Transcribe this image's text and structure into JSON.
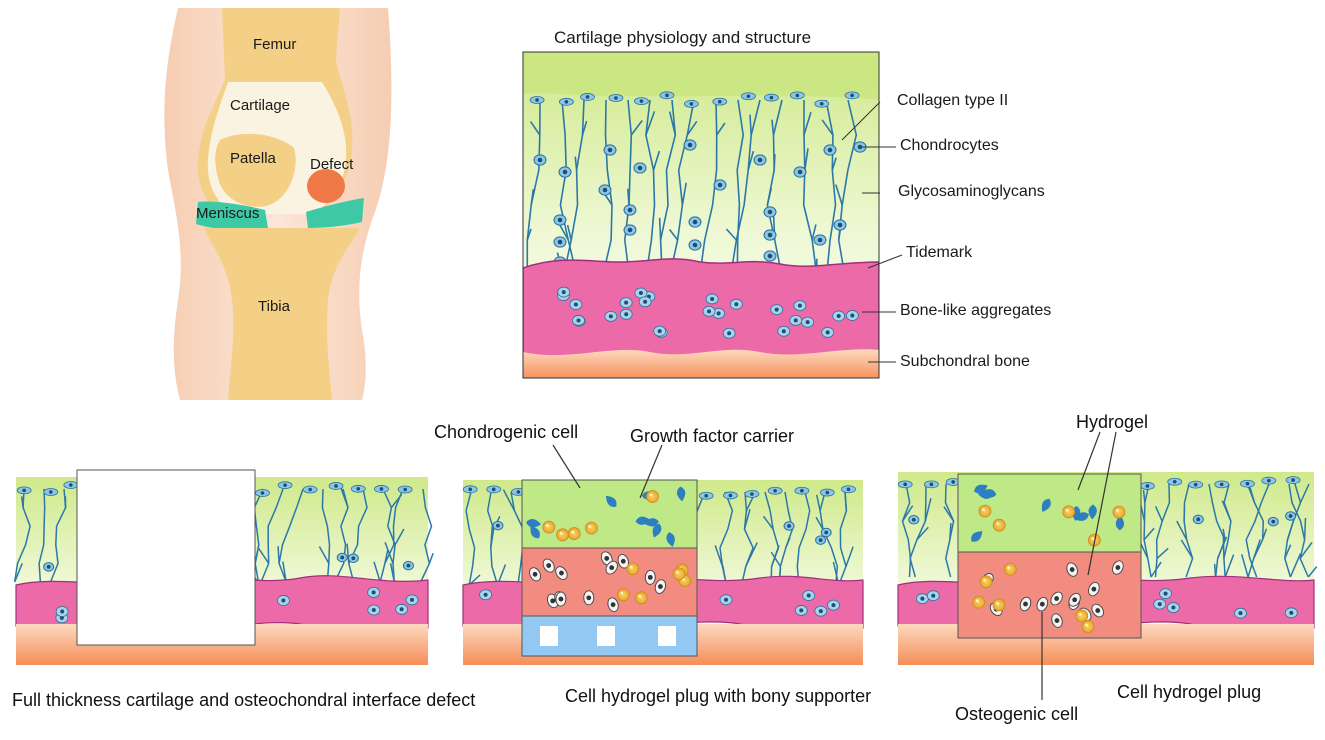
{
  "knee": {
    "femur": "Femur",
    "cartilage": "Cartilage",
    "patella": "Patella",
    "defect": "Defect",
    "meniscus": "Meniscus",
    "tibia": "Tibia"
  },
  "physiology": {
    "title": "Cartilage physiology and structure",
    "labels": {
      "collagen": "Collagen type II",
      "chondrocytes": "Chondrocytes",
      "gag": "Glycosaminoglycans",
      "tidemark": "Tidemark",
      "bone_like": "Bone-like aggregates",
      "subchondral": "Subchondral bone"
    }
  },
  "panels": {
    "chondrogenic_cell": "Chondrogenic cell",
    "growth_factor": "Growth factor carrier",
    "hydrogel": "Hydrogel",
    "osteogenic_cell": "Osteogenic cell",
    "caption_defect": "Full thickness cartilage and osteochondral interface defect",
    "caption_bony": "Cell hydrogel plug with bony supporter",
    "caption_plug": "Cell hydrogel plug"
  },
  "colors": {
    "skin": "#f8dcc8",
    "bone": "#f4cf86",
    "cartilage_top": "#d4ec8c",
    "cartilage_bottom": "#fbfef2",
    "tidemark_pink": "#ec6aa8",
    "subchondral_orange": "#f7a06c",
    "cell_blue": "#3d8fc2",
    "fiber_blue": "#2b78a8",
    "defect_orange": "#ee7846",
    "meniscus_teal": "#3ec9a6",
    "plug_green": "#b8e67e",
    "plug_salmon": "#f28c80",
    "support_blue": "#93c8f2",
    "gf_yellow": "#f2b93c"
  }
}
